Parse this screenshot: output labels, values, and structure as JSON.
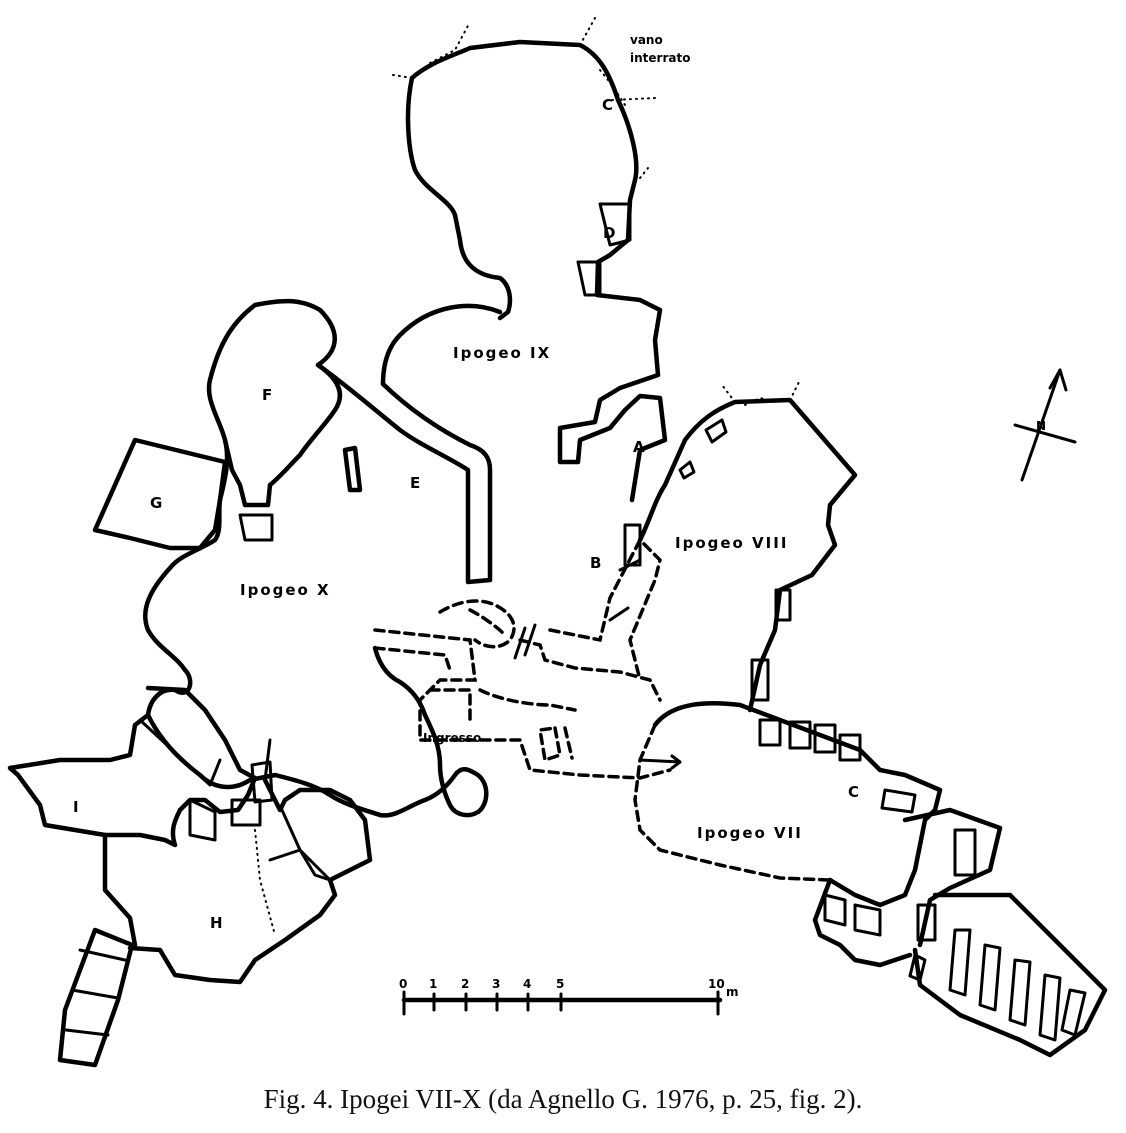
{
  "figure": {
    "caption": "Fig. 4. Ipogei VII-X (da Agnello G. 1976, p. 25, fig. 2).",
    "labels": {
      "ipogeo_ix": "Ipogeo IX",
      "ipogeo_x": "Ipogeo X",
      "ipogeo_viii": "Ipogeo VIII",
      "ipogeo_vii": "Ipogeo VII",
      "ingresso": "Ingresso",
      "vano_interrato_1": "vano",
      "vano_interrato_2": "interrato",
      "room_a": "A",
      "room_b": "B",
      "room_c_top": "C",
      "room_c_vii": "C",
      "room_d": "D",
      "room_e": "E",
      "room_f": "F",
      "room_g": "G",
      "room_h": "H",
      "room_i": "I"
    },
    "scale_bar": {
      "ticks": [
        "0",
        "1",
        "2",
        "3",
        "4",
        "5",
        "10"
      ],
      "unit": "m"
    },
    "north_arrow": {
      "letter": "N"
    }
  }
}
